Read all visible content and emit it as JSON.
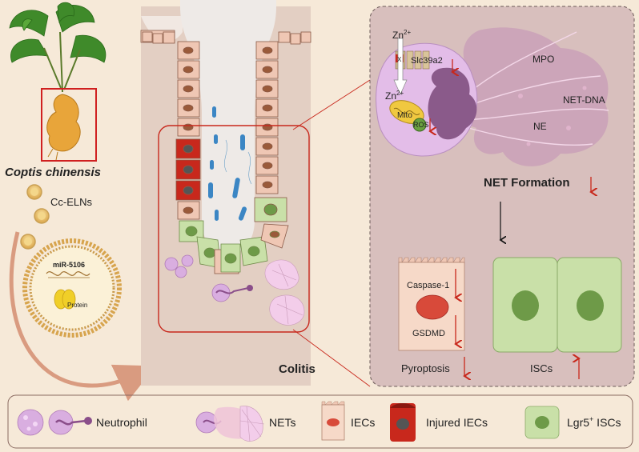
{
  "labels": {
    "plant": "Coptis chinensis",
    "vesicles": "Cc-ELNs",
    "mirna": "miR-5106",
    "protein": "Protein",
    "colitis": "Colitis",
    "zn_top": "Zn",
    "zn_top_sup": "2+",
    "zn_mid": "Zn",
    "zn_mid_sup": "2+",
    "transporter": "Slc39a2",
    "block_mark": "X",
    "mito": "Mito",
    "ros": "ROS",
    "mpo": "MPO",
    "net_dna": "NET-DNA",
    "ne": "NE",
    "net_formation": "NET Formation",
    "caspase": "Caspase-1",
    "gsdmd": "GSDMD",
    "pyroptosis": "Pyroptosis",
    "iscs": "ISCs"
  },
  "legend": {
    "neutrophil": "Neutrophil",
    "nets": "NETs",
    "iecs": "IECs",
    "injured_iecs": "Injured IECs",
    "lgr5": "Lgr5",
    "lgr5_sup": "+",
    "lgr5_suffix": " ISCs"
  },
  "colors": {
    "background": "#f6e9d8",
    "crypt_bg": "#e3cfc3",
    "iec": "#efc7b4",
    "iec_nucleus": "#9a5a3a",
    "injured_iec": "#c8281c",
    "isc": "#c9e0a8",
    "isc_nucleus": "#6e9a48",
    "neutrophil": "#d9aee0",
    "neutrophil_nucleus": "#8a4e8a",
    "bacteria": "#3b86c4",
    "accent_red": "#c8281c",
    "inset_bg": "#d8bfbd"
  }
}
